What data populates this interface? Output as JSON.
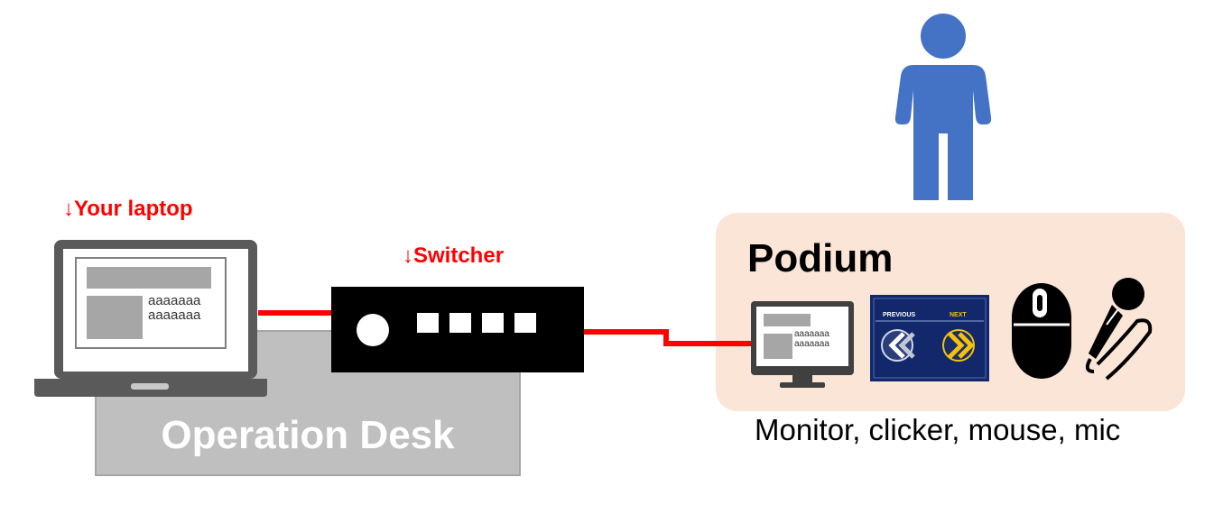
{
  "labels": {
    "your_laptop": "↓Your laptop",
    "switcher": "↓Switcher",
    "operation_desk": "Operation Desk",
    "podium": "Podium",
    "caption": "Monitor, clicker, mouse, mic"
  },
  "laptop_screen": {
    "line1": "aaaaaaa",
    "line2": "aaaaaaa"
  },
  "monitor_screen": {
    "line1": "aaaaaaa",
    "line2": "aaaaaaa"
  },
  "clicker": {
    "left_label": "PREVIOUS",
    "right_label": "NEXT"
  },
  "colors": {
    "cable": "#ff0000",
    "desk": "#bfbfbf",
    "podium_bg": "#fbe5d6",
    "person": "#4472c4",
    "switcher": "#000000",
    "label_red": "#ff0000"
  }
}
